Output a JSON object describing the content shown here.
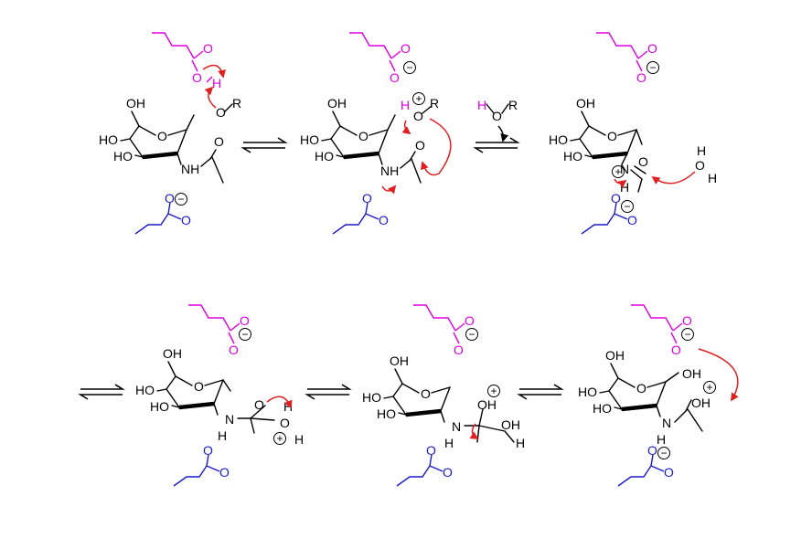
{
  "labels": {
    "OH": "OH",
    "HO": "HO",
    "O": "O",
    "OR": "O",
    "R": "R",
    "H": "H",
    "NH": "NH",
    "N": "N",
    "plus": "+",
    "minus": "−"
  },
  "panels": [
    {
      "id": "panel-1",
      "stage": 1
    },
    {
      "id": "panel-2",
      "stage": 2
    },
    {
      "id": "panel-3",
      "stage": 3
    },
    {
      "id": "panel-4",
      "stage": 4
    },
    {
      "id": "panel-5",
      "stage": 5
    },
    {
      "id": "panel-6",
      "stage": 6
    }
  ],
  "colors": {
    "acid_top": "#e000e0",
    "acid_bottom": "#1a1acc",
    "arrows": "#e02020",
    "structure": "#000000"
  }
}
